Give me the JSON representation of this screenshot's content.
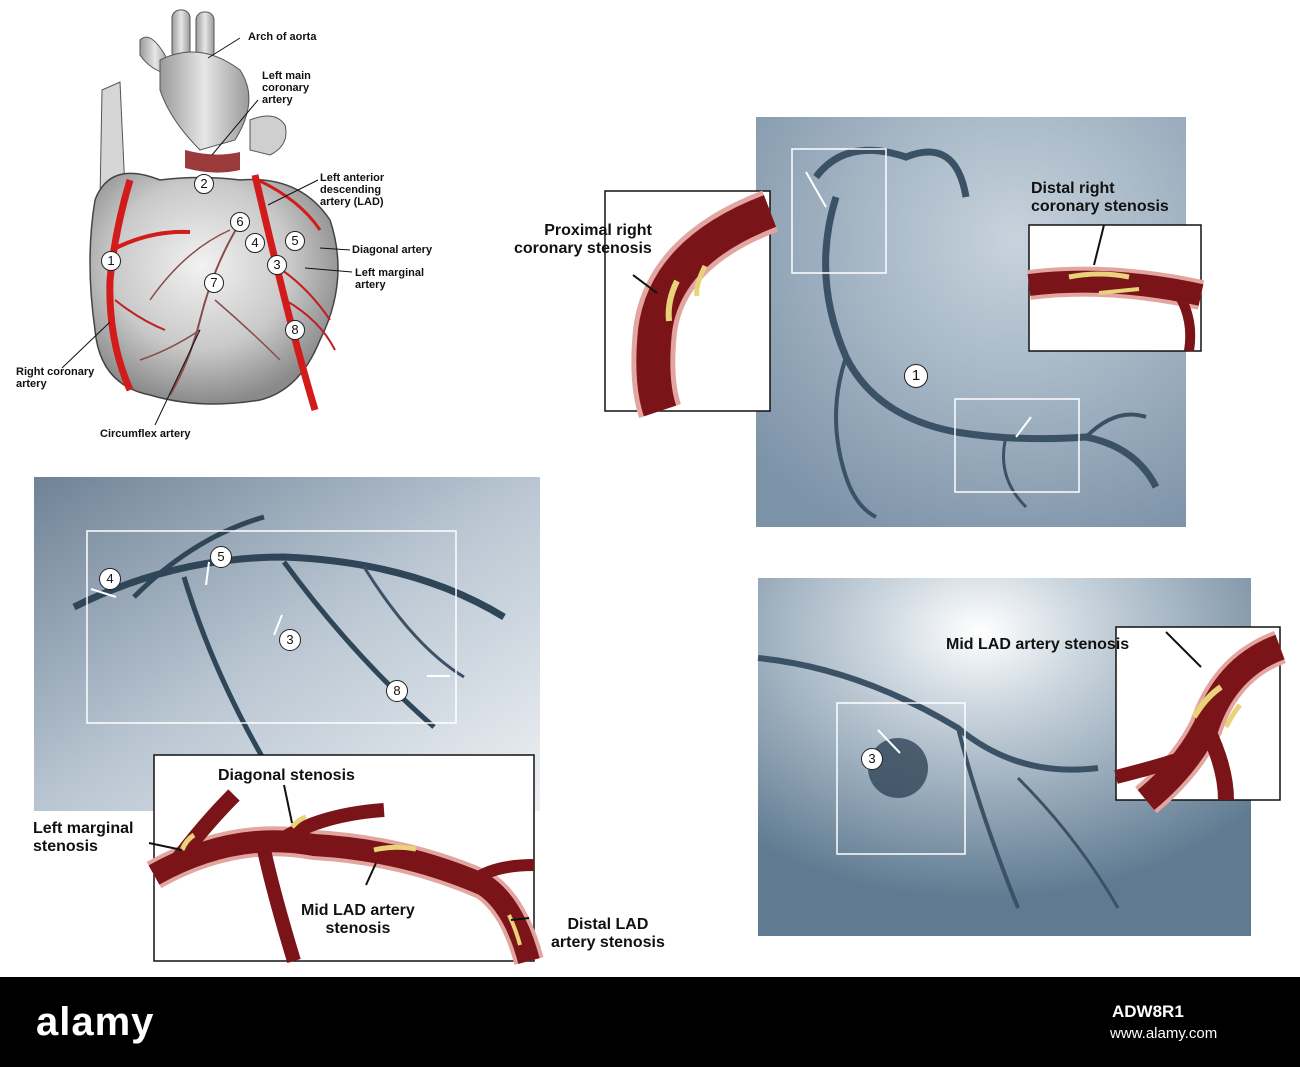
{
  "heart": {
    "labels": {
      "arch_of_aorta": "Arch of aorta",
      "left_main": "Left main\ncoronary\nartery",
      "lad": "Left anterior\ndescending\nartery (LAD)",
      "diagonal": "Diagonal artery",
      "left_marginal": "Left marginal\nartery",
      "right_coronary": "Right coronary\nartery",
      "circumflex": "Circumflex artery"
    },
    "numbers": [
      "1",
      "2",
      "3",
      "4",
      "5",
      "6",
      "7",
      "8"
    ]
  },
  "rca_panel": {
    "proximal_label": "Proximal right\ncoronary stenosis",
    "distal_label": "Distal right\ncoronary stenosis",
    "marker": "1"
  },
  "left_panel": {
    "markers": [
      "4",
      "5",
      "3",
      "8"
    ],
    "diagonal_label": "Diagonal stenosis",
    "left_marginal_label": "Left marginal\nstenosis",
    "mid_lad_label": "Mid LAD artery\nstenosis",
    "distal_lad_label": "Distal LAD\nartery stenosis"
  },
  "lad_panel": {
    "mid_lad_label": "Mid LAD artery stenosis",
    "marker": "3"
  },
  "watermark": "alamy",
  "footer": {
    "logo": "alamy",
    "image_id": "ADW8R1",
    "url": "www.alamy.com"
  },
  "colors": {
    "artery_red": "#d21b1b",
    "artery_dark": "#7a1418",
    "plaque": "#e8d27a",
    "angio_bg": "#8ea3b8",
    "angio_vessel": "#3b5166"
  }
}
